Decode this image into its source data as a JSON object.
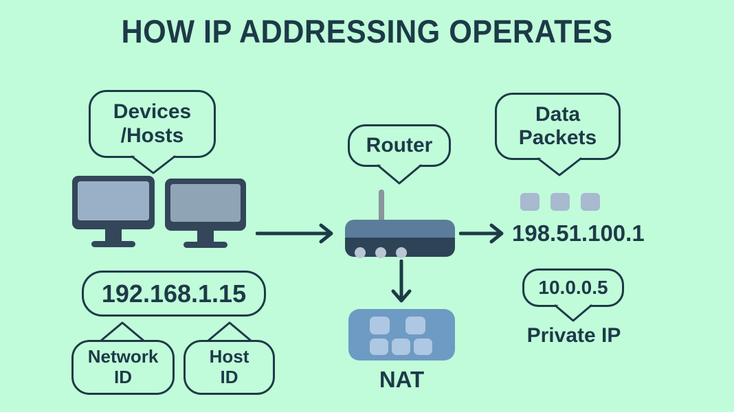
{
  "colors": {
    "background": "#c0fcda",
    "ink": "#1d3a47",
    "device_dark": "#33465a",
    "screen_blue": "#9ab0c6",
    "screen_blue_alt": "#8fa4b5",
    "router_top": "#5b7c9b",
    "router_bottom": "#2e4356",
    "router_led": "#b9c6d4",
    "antenna": "#8a949c",
    "nat_box": "#6d9bc3",
    "nat_cell": "#aec7e2",
    "packet": "#a8b9d0"
  },
  "title": "HOW IP ADDRESSING OPERATES",
  "bubbles": {
    "devices": {
      "line1": "Devices",
      "line2": "/Hosts"
    },
    "router": {
      "line1": "Router"
    },
    "data_packets": {
      "line1": "Data",
      "line2": "Packets"
    },
    "ip_private_lan": {
      "line1": "192.168.1.15"
    },
    "network_id": {
      "line1": "Network",
      "line2": "ID"
    },
    "host_id": {
      "line1": "Host",
      "line2": "ID"
    },
    "ip_private_alt": {
      "line1": "10.0.0.5"
    }
  },
  "labels": {
    "public_ip": "198.51.100.1",
    "private_ip": "Private IP",
    "nat": "NAT"
  },
  "icons": {
    "monitor_left": "monitor-icon",
    "monitor_right": "monitor-icon",
    "router": "router-icon",
    "nat": "nat-grid-icon",
    "packets": "data-packet-icon",
    "arrow_hosts_to_router": "arrow-right-icon",
    "arrow_router_to_ip": "arrow-right-icon",
    "arrow_router_to_nat": "arrow-down-icon"
  },
  "packets": {
    "count": 3
  },
  "nat_cells": {
    "top_row": 2,
    "bottom_row": 3
  }
}
